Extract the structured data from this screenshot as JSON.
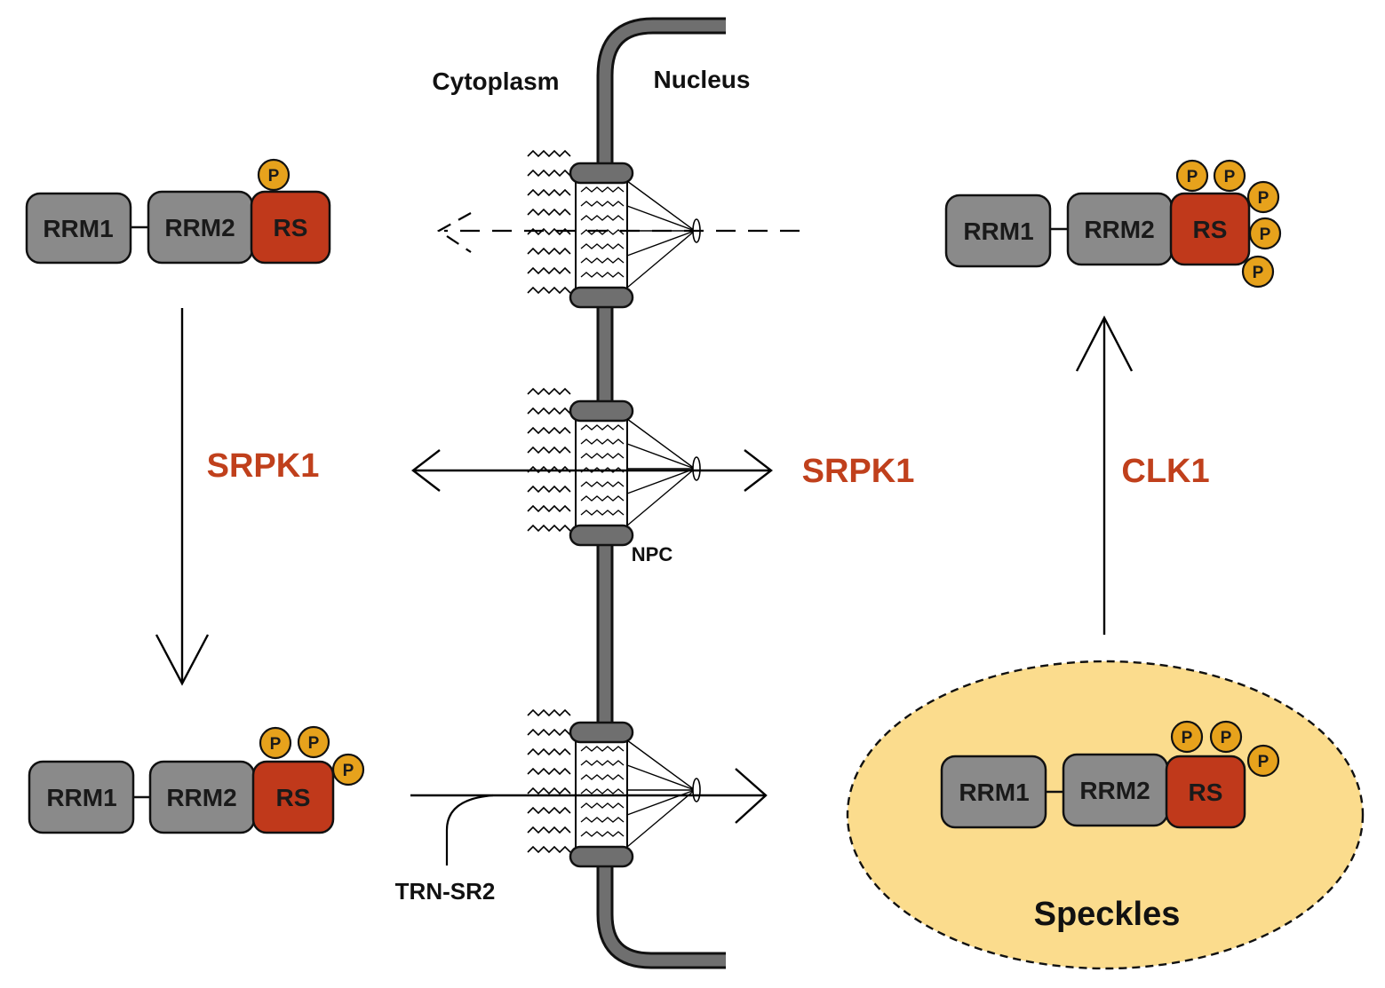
{
  "labels": {
    "cytoplasm": "Cytoplasm",
    "nucleus": "Nucleus",
    "npc": "NPC",
    "trn_sr2": "TRN-SR2",
    "speckles": "Speckles"
  },
  "kinases": {
    "srpk1_cytoplasm": "SRPK1",
    "srpk1_nuclear": "SRPK1",
    "clk1": "CLK1"
  },
  "domains": {
    "rrm1": "RRM1",
    "rrm2": "RRM2",
    "rs": "RS",
    "phospho": "P"
  },
  "colors": {
    "domain_gray": "#8a8a8a",
    "rs_red": "#c0391b",
    "phospho_orange": "#e7a21c",
    "kinase_red": "#c0401c",
    "speckle_fill": "#fbdc8d",
    "membrane_gray": "#6f6f6f"
  }
}
